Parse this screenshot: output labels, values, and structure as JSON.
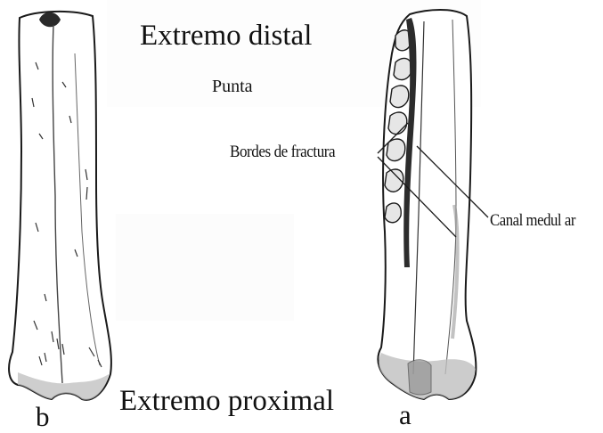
{
  "labels": {
    "distal": "Extremo distal",
    "tip": "Punta",
    "fracture_edges": "Bordes de fractura",
    "medullary_canal": "Canal medul ar",
    "proximal": "Extremo proximal",
    "view_a": "a",
    "view_b": "b"
  }
}
